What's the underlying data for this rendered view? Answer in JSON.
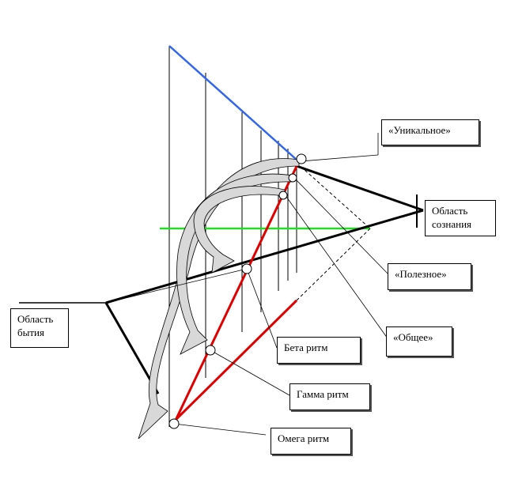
{
  "labels": {
    "unique": "«Уникальное»",
    "consciousness": "Область сознания",
    "useful": "«Полезное»",
    "being": "Область бытия",
    "common": "«Общее»",
    "beta": "Бета ритм",
    "gamma": "Гамма ритм",
    "omega": "Омега ритм"
  },
  "colors": {
    "red": "#e00000",
    "blue": "#3366ee",
    "green": "#22dd22",
    "black": "#000000",
    "arrow_fill": "#d8d8d8"
  }
}
